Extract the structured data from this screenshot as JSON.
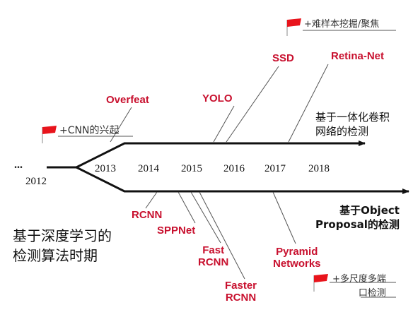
{
  "start": {
    "dots": "...",
    "year": "2012"
  },
  "years": [
    "2013",
    "2014",
    "2015",
    "2016",
    "2017",
    "2018"
  ],
  "upper_methods": [
    {
      "name": "Overfeat"
    },
    {
      "name": "YOLO"
    },
    {
      "name": "SSD"
    },
    {
      "name": "Retina-Net"
    }
  ],
  "lower_methods": [
    {
      "name": "RCNN"
    },
    {
      "name": "SPPNet"
    },
    {
      "name": "Fast\nRCNN"
    },
    {
      "name": "Faster\nRCNN"
    },
    {
      "name": "Pyramid\nNetworks"
    }
  ],
  "branch_captions": {
    "upper": "基于一体化卷积\n网络的检测",
    "lower": "基于Object\nProposal的检测"
  },
  "annotations": {
    "cnn_rise": "+CNN的兴起",
    "hard_mining": "+难样本挖掘/聚焦",
    "multi_scale": "+多尺度多端\n口检测"
  },
  "title": "基于深度学习的\n检测算法时期",
  "colors": {
    "accent": "#c8102e",
    "line": "#111111",
    "leader": "#555555",
    "flag": "#e8141c"
  }
}
